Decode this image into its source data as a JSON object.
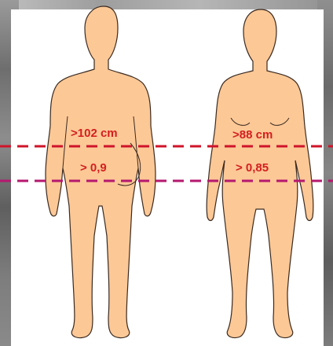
{
  "figures": {
    "male": {
      "waist_label": ">102 cm",
      "ratio_label": "> 0,9"
    },
    "female": {
      "waist_label": ">88 cm",
      "ratio_label": "> 0,85"
    }
  },
  "colors": {
    "skin": "#fcc896",
    "outline": "#3a2a20",
    "waist_line": "#d0142a",
    "ratio_line": "#b5186e",
    "label_text": "#d41f1f"
  }
}
